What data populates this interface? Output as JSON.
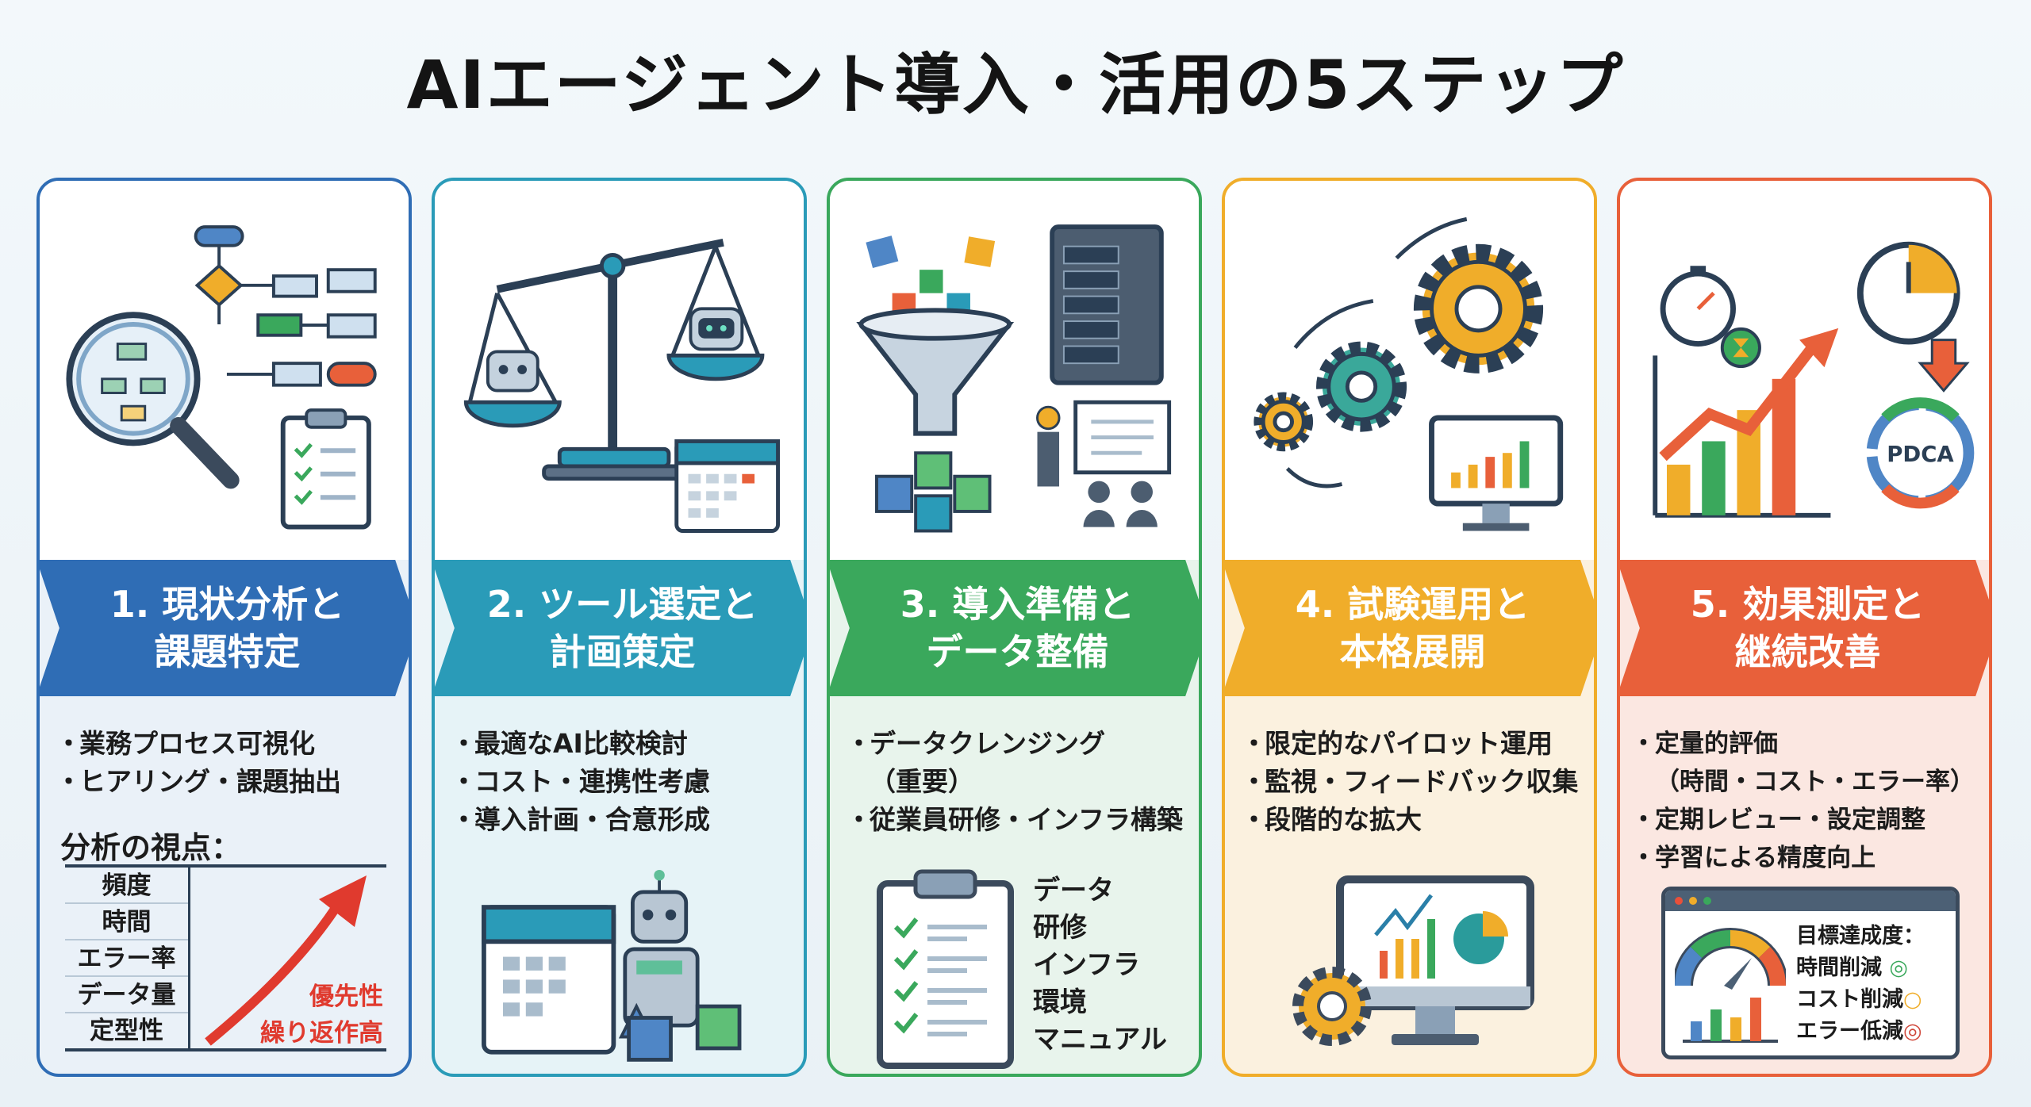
{
  "title": "AIエージェント導入・活用の5ステップ",
  "colors": {
    "step1": "#2f6db5",
    "step2": "#2a9bb8",
    "step3": "#3aa85c",
    "step4": "#f0ad2a",
    "step5": "#e8603a"
  },
  "steps": [
    {
      "line1": "1. 現状分析と",
      "line2": "課題特定",
      "bullets": [
        "業務プロセス可視化",
        "ヒアリング・課題抽出"
      ],
      "analysis": {
        "heading": "分析の視点：",
        "rows": [
          "頻度",
          "時間",
          "エラー率",
          "データ量",
          "定型性"
        ],
        "arrow_label1": "優先性",
        "arrow_label2": "繰り返作高"
      }
    },
    {
      "line1": "2. ツール選定と",
      "line2": "計画策定",
      "bullets": [
        "最適なAI比較検討",
        "コスト・連携性考慮",
        "導入計画・合意形成"
      ]
    },
    {
      "line1": "3. 導入準備と",
      "line2": "データ整備",
      "bullets": [
        "データクレンジング",
        "（重要）",
        "従業員研修・インフラ構築"
      ],
      "checklist": [
        "データ",
        "研修",
        "インフラ",
        "環境",
        "マニュアル"
      ]
    },
    {
      "line1": "4. 試験運用と",
      "line2": "本格展開",
      "bullets": [
        "限定的なパイロット運用",
        "監視・フィードバック収集",
        "段階的な拡大"
      ]
    },
    {
      "line1": "5. 効果測定と",
      "line2": "継続改善",
      "bullets": [
        "定量的評価",
        "（時間・コスト・エラー率）",
        "定期レビュー・設定調整",
        "学習による精度向上"
      ],
      "pdca": "PDCA",
      "dashboard": {
        "heading": "目標達成度：",
        "rows": [
          {
            "label": "時間削減",
            "mark": "◎"
          },
          {
            "label": "コスト削減",
            "mark": "○"
          },
          {
            "label": "エラー低減",
            "mark": "◎"
          }
        ]
      }
    }
  ]
}
